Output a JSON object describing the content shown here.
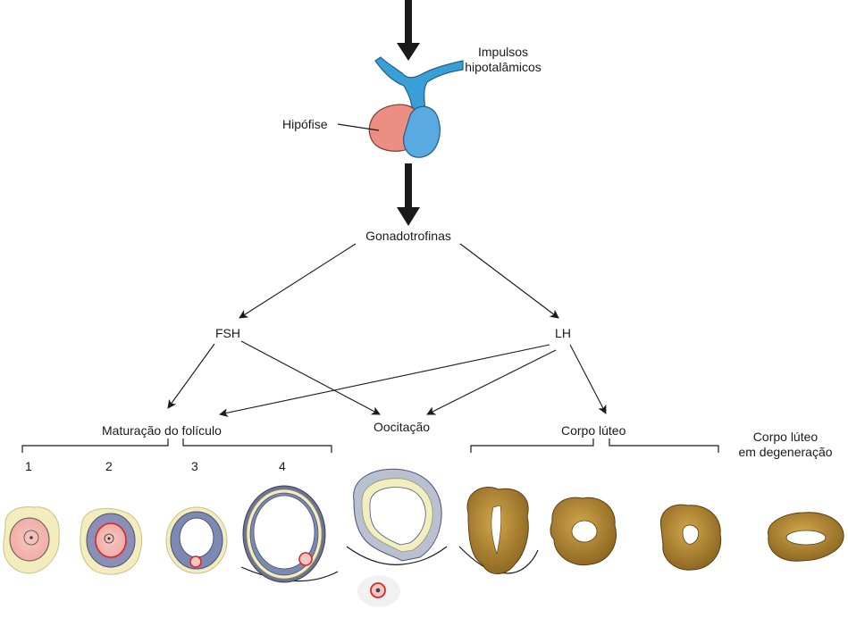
{
  "labels": {
    "impulsos_line1": "Impulsos",
    "impulsos_line2": "hipotalâmicos",
    "hipofise": "Hipófise",
    "gonadotrofinas": "Gonadotrofinas",
    "fsh": "FSH",
    "lh": "LH",
    "maturacao": "Maturação do folículo",
    "oocitacao": "Oocitação",
    "corpo_luteo": "Corpo lúteo",
    "degeneracao_line1": "Corpo lúteo",
    "degeneracao_line2": "em degeneração"
  },
  "stages": [
    "1",
    "2",
    "3",
    "4"
  ],
  "colors": {
    "anterior_pituitary": "#eb8f84",
    "posterior_pituitary": "#5aa9e0",
    "hypothalamic_stalk": "#3a9fd6",
    "corpus_luteum": "#a27a2a",
    "oocyte_ring": "#d8262a",
    "follicle_wall": "#6d7fa6",
    "theca_yellow": "#f2eec0"
  }
}
